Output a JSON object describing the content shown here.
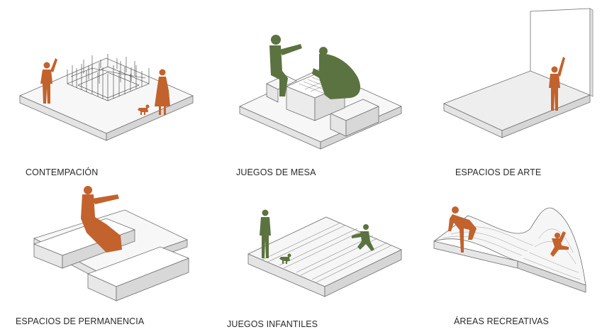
{
  "colors": {
    "figure_orange": "#c2622d",
    "figure_green": "#5b7340",
    "outline": "#6f6f6f",
    "platform_top": "#f7f7f7",
    "platform_side": "#dedede"
  },
  "panels": [
    {
      "id": "contemplacion",
      "label": "CONTEMPACIÓN"
    },
    {
      "id": "juegos-de-mesa",
      "label": "JUEGOS DE MESA"
    },
    {
      "id": "espacios-de-arte",
      "label": "ESPACIOS DE ARTE"
    },
    {
      "id": "espacios-de-permanencia",
      "label": "ESPACIOS DE PERMANENCIA"
    },
    {
      "id": "juegos-infantiles",
      "label": "JUEGOS INFANTILES"
    },
    {
      "id": "areas-recreativas",
      "label": "ÁREAS RECREATIVAS"
    }
  ]
}
